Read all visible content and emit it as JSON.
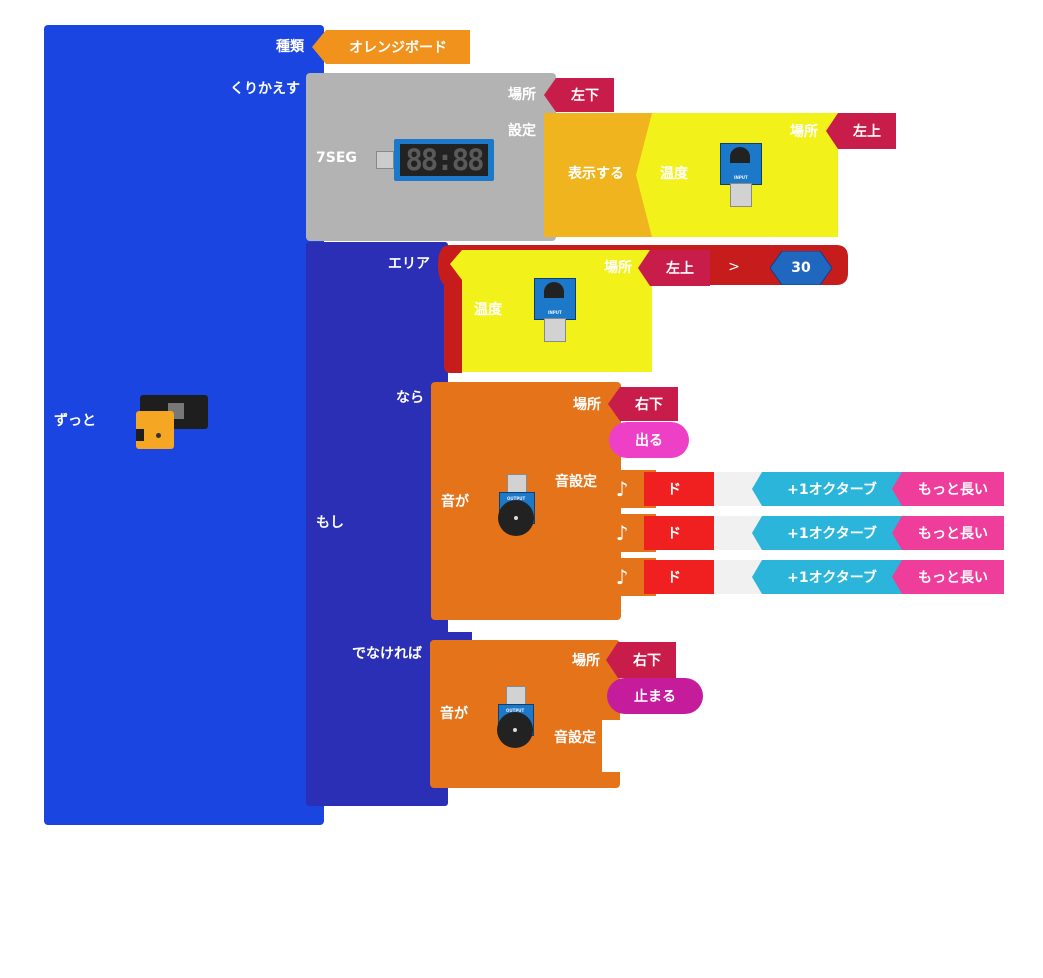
{
  "colors": {
    "forever": "#1a45e0",
    "loop": "#2a2fb5",
    "gray": "#b3b3b3",
    "orange_board": "#f0921c",
    "location": "#c81d4a",
    "display": "#efb41e",
    "sensor": "#f2f21a",
    "compare_red": "#c71c1c",
    "number": "#2067c0",
    "sound": "#e4731a",
    "note": "#f02020",
    "octave": "#2cb5db",
    "length": "#ee3d9b",
    "play": "#ee3fc7",
    "stop": "#c51c9c"
  },
  "forever": {
    "label": "ずっと",
    "kind_label": "種類",
    "kind_value": "オレンジボード",
    "repeat_label": "くりかえす",
    "board_icon": "schoolmybit-board-icon"
  },
  "seg7": {
    "label": "7SEG",
    "location_label": "場所",
    "location_value": "左下",
    "setting_label": "設定",
    "digits": "88:88"
  },
  "display": {
    "label": "表示する"
  },
  "temp1": {
    "label": "温度",
    "location_label": "場所",
    "location_value": "左上",
    "sensor_text": "INPUT"
  },
  "if_block": {
    "label": "もし",
    "area_label": "エリア",
    "then_label": "なら",
    "else_label": "でなければ",
    "operator": ">",
    "threshold": "30",
    "temp_label": "温度",
    "location_label": "場所",
    "location_value": "左上",
    "sensor_text": "INPUT"
  },
  "sound_then": {
    "label": "音が",
    "location_label": "場所",
    "location_value": "右下",
    "action": "出る",
    "setting_label": "音設定",
    "speaker_text": "OUTPUT",
    "notes": [
      {
        "glyph": "♪",
        "note": "ド",
        "octave": "+1オクターブ",
        "length": "もっと長い"
      },
      {
        "glyph": "♪",
        "note": "ド",
        "octave": "+1オクターブ",
        "length": "もっと長い"
      },
      {
        "glyph": "♪",
        "note": "ド",
        "octave": "+1オクターブ",
        "length": "もっと長い"
      }
    ]
  },
  "sound_else": {
    "label": "音が",
    "location_label": "場所",
    "location_value": "右下",
    "action": "止まる",
    "setting_label": "音設定",
    "speaker_text": "OUTPUT"
  }
}
